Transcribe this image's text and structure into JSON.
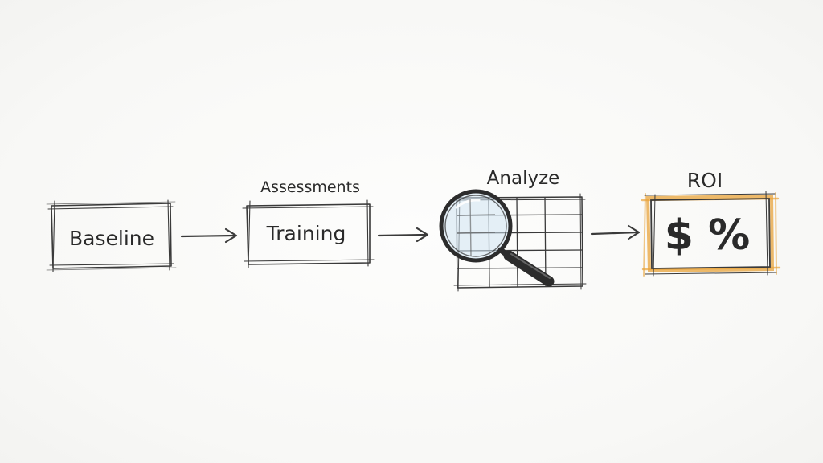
{
  "steps": {
    "baseline": {
      "label": "Baseline"
    },
    "training": {
      "label": "Training",
      "caption": "Assessments"
    },
    "analyze": {
      "caption": "Analyze"
    },
    "roi": {
      "caption": "ROI",
      "symbols": "$ %"
    }
  },
  "colors": {
    "ink": "#2a2a2a",
    "roi_highlight": "#e8a33a",
    "lens_tint": "#cfe4f2"
  },
  "icons": [
    "right-arrow-icon",
    "magnifying-glass-icon",
    "spreadsheet-icon"
  ]
}
